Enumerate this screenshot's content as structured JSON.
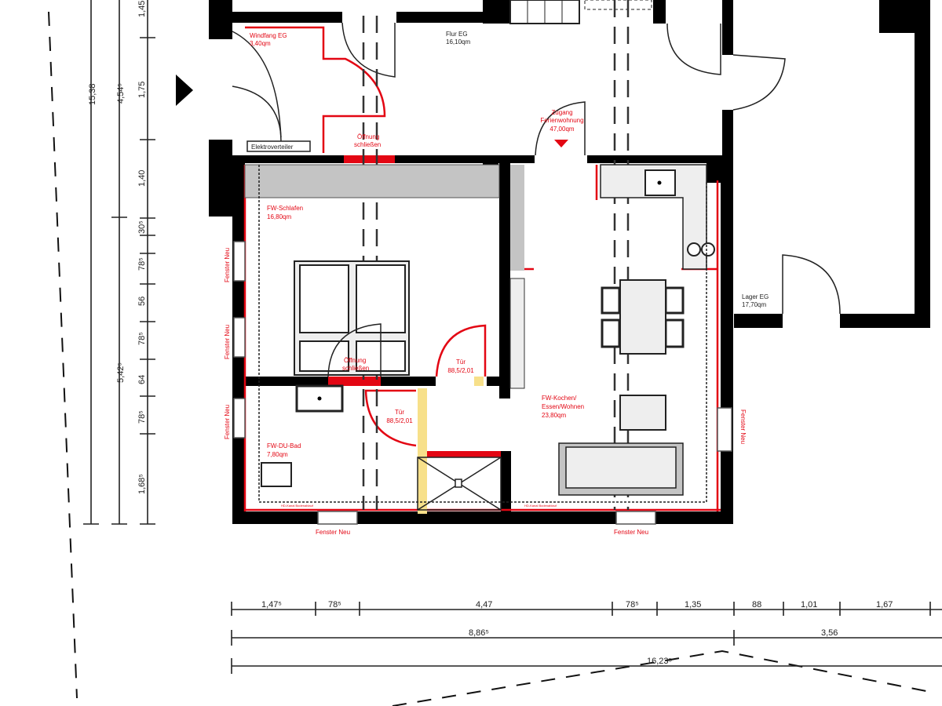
{
  "colors": {
    "wall": "#000000",
    "new_construction": "#e30613",
    "furniture": "#eeeeee",
    "demolition_highlight": "#f7e08a"
  },
  "rooms": {
    "windfang": {
      "name": "Windfang EG",
      "area": "3,40qm"
    },
    "flur": {
      "name": "Flur EG",
      "area": "16,10qm"
    },
    "zugang": {
      "name1": "Zugang",
      "name2": "Ferienwohnung",
      "area": "47,00qm"
    },
    "schlafen": {
      "name": "FW-Schlafen",
      "area": "16,80qm"
    },
    "bad": {
      "name": "FW-DU-Bad",
      "area": "7,80qm"
    },
    "kochen": {
      "name1": "FW-Kochen/",
      "name2": "Essen/Wohnen",
      "area": "23,80qm"
    },
    "lager": {
      "name": "Lager EG",
      "area": "17,70qm"
    }
  },
  "annotations": {
    "elektro": "Elektroverteiler",
    "oeffnung1": [
      "Öffnung",
      "schließen"
    ],
    "oeffnung2": [
      "Öffnung",
      "schließen"
    ],
    "tuer1": [
      "Tür",
      "88,5/2,01"
    ],
    "tuer2": [
      "Tür",
      "88,5/2,01"
    ],
    "fenster": "Fenster Neu",
    "hd_kanal": "HD-Kanal Bodenablauf"
  },
  "dimensions": {
    "left_outer": "15,38",
    "left_mid": [
      "4,54⁵",
      "5,42⁵"
    ],
    "left_inner": [
      "1,45",
      "1,75",
      "1,40",
      "30⁵",
      "78⁵",
      "56",
      "78⁵",
      "64",
      "78⁵",
      "1,68⁵"
    ],
    "bottom_row1": [
      "1,47⁵",
      "78⁵",
      "4,47",
      "78⁵",
      "1,35",
      "88",
      "1,01",
      "1,67"
    ],
    "bottom_row2": [
      "8,86⁵",
      "3,56"
    ],
    "bottom_row3": "16,23⁵"
  }
}
